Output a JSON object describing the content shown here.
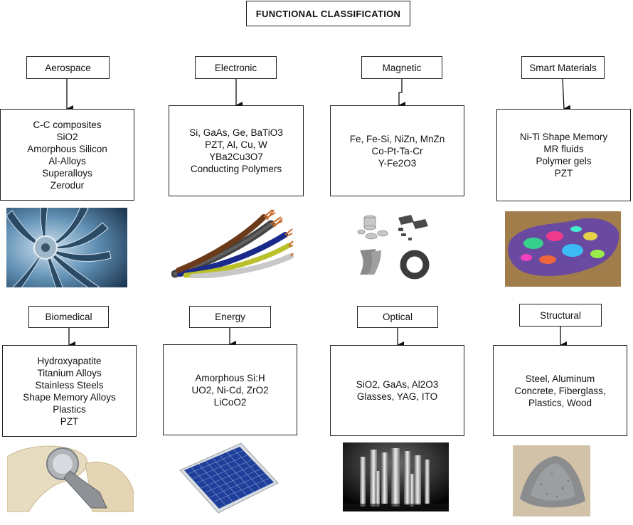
{
  "title": "FUNCTIONAL CLASSIFICATION",
  "categories": [
    {
      "label": "Aerospace",
      "materials": [
        "C-C composites",
        "SiO2",
        "Amorphous Silicon",
        "Al-Alloys",
        "Superalloys",
        "Zerodur"
      ],
      "image": "turbine-fan-image"
    },
    {
      "label": "Electronic",
      "materials": [
        "Si, GaAs, Ge, BaTiO3",
        "PZT, Al, Cu, W",
        "YBa2Cu3O7",
        "Conducting Polymers"
      ],
      "image": "copper-wires-image"
    },
    {
      "label": "Magnetic",
      "materials": [
        "Fe, Fe-Si, NiZn, MnZn",
        "Co-Pt-Ta-Cr",
        "Y-Fe2O3"
      ],
      "image": "magnets-image"
    },
    {
      "label": "Smart Materials",
      "materials": [
        "Ni-Ti Shape Memory",
        "MR fluids",
        "Polymer gels",
        "PZT"
      ],
      "image": "opal-image"
    },
    {
      "label": "Biomedical",
      "materials": [
        "Hydroxyapatite",
        "Titanium Alloys",
        "Stainless Steels",
        "Shape Memory Alloys",
        "Plastics",
        "PZT"
      ],
      "image": "hip-implant-image"
    },
    {
      "label": "Energy",
      "materials": [
        "Amorphous Si:H",
        "UO2, Ni-Cd, ZrO2",
        "LiCoO2"
      ],
      "image": "solar-panel-image"
    },
    {
      "label": "Optical",
      "materials": [
        "SiO2, GaAs, Al2O3",
        "Glasses, YAG, ITO"
      ],
      "image": "glass-rods-image"
    },
    {
      "label": "Structural",
      "materials": [
        "Steel, Aluminum",
        "Concrete, Fiberglass,",
        "Plastics, Wood"
      ],
      "image": "concrete-powder-image"
    }
  ]
}
